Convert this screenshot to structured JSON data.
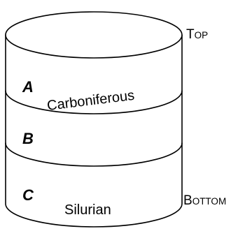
{
  "labels": {
    "top": {
      "first": "T",
      "rest": "OP"
    },
    "bottom": {
      "first": "B",
      "rest": "OTTOM"
    }
  },
  "layers": [
    {
      "letter": "A",
      "name": "Carboniferous"
    },
    {
      "letter": "B",
      "name": ""
    },
    {
      "letter": "C",
      "name": "Silurian"
    }
  ]
}
